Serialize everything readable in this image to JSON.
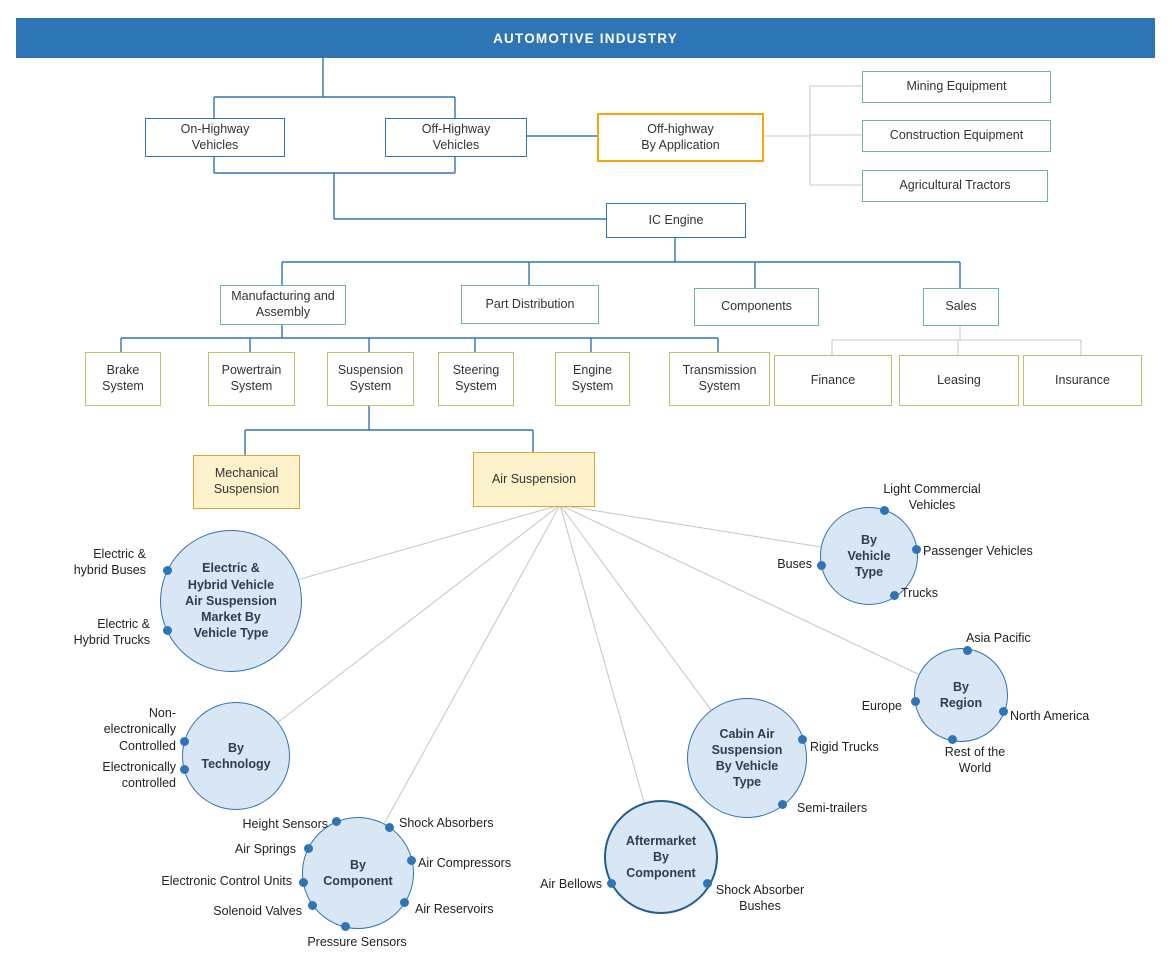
{
  "banner": {
    "title": "AUTOMOTIVE INDUSTRY"
  },
  "colors": {
    "banner_bg": "#2E75B6",
    "line_blue": "#2E75B6",
    "line_gray": "#C9C9C9",
    "border_blue": "#2E75B6",
    "border_teal": "#6AB5A5",
    "border_khaki": "#C6BC6B",
    "border_gold": "#F2A50C",
    "border_tan": "#D9A62E",
    "fill_yellow": "#FDF2CC",
    "circle_fill": "#D9E6F3",
    "circle_border": "#2E75B6",
    "aftermarket_border": "#1F5E8F",
    "dot": "#2E75B6"
  },
  "nodes": {
    "on_highway": "On-Highway\nVehicles",
    "off_highway": "Off-Highway\nVehicles",
    "off_highway_application": "Off-highway\nBy Application",
    "mining_equipment": "Mining Equipment",
    "construction_equipment": "Construction Equipment",
    "agricultural_tractors": "Agricultural Tractors",
    "ic_engine": "IC Engine",
    "manufacturing_assembly": "Manufacturing and\nAssembly",
    "part_distribution": "Part Distribution",
    "components": "Components",
    "sales": "Sales",
    "mechanical_suspension": "Mechanical\nSuspension",
    "air_suspension": "Air Suspension"
  },
  "systems": [
    "Brake\nSystem",
    "Powertrain\nSystem",
    "Suspension\nSystem",
    "Steering\nSystem",
    "Engine\nSystem",
    "Transmission\nSystem"
  ],
  "sales_channels": [
    "Finance",
    "Leasing",
    "Insurance"
  ],
  "segments": {
    "ehv": {
      "label": "Electric &\nHybrid Vehicle\nAir Suspension\nMarket By\nVehicle Type",
      "satellites": [
        "Electric &\nhybrid Buses",
        "Electric &\nHybrid Trucks"
      ]
    },
    "technology": {
      "label": "By\nTechnology",
      "satellites": [
        "Non-\nelectronically\nControlled",
        "Electronically\ncontrolled"
      ]
    },
    "component": {
      "label": "By\nComponent",
      "satellites": [
        "Height Sensors",
        "Air Springs",
        "Electronic Control Units",
        "Solenoid Valves",
        "Pressure Sensors",
        "Air Reservoirs",
        "Air Compressors",
        "Shock Absorbers"
      ]
    },
    "aftermarket": {
      "label": "Aftermarket\nBy\nComponent",
      "satellites": [
        "Air Bellows",
        "Shock Absorber\nBushes"
      ]
    },
    "cabin": {
      "label": "Cabin Air\nSuspension\nBy Vehicle\nType",
      "satellites": [
        "Rigid Trucks",
        "Semi-trailers"
      ]
    },
    "vehicle_type": {
      "label": "By\nVehicle\nType",
      "satellites": [
        "Buses",
        "Light Commercial\nVehicles",
        "Passenger Vehicles",
        "Trucks"
      ]
    },
    "region": {
      "label": "By\nRegion",
      "satellites": [
        "Asia Pacific",
        "Europe",
        "North America",
        "Rest of the\nWorld"
      ]
    }
  }
}
